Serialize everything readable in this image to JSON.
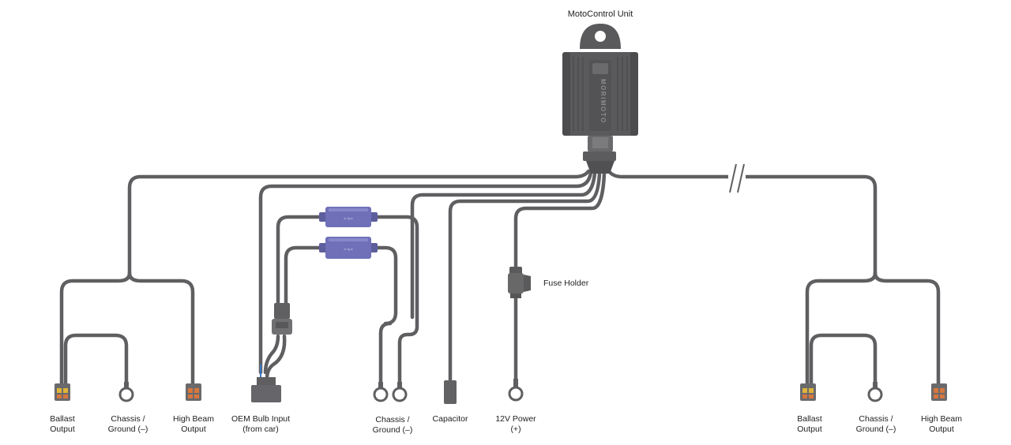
{
  "title": "MotoControl Unit",
  "fuse_label": "Fuse Holder",
  "labels": {
    "ballast_left": [
      "Ballast",
      "Output"
    ],
    "chassis_left": [
      "Chassis /",
      "Ground (–)"
    ],
    "highbeam_left": [
      "High Beam",
      "Output"
    ],
    "oem": [
      "OEM Bulb Input",
      "(from car)"
    ],
    "chassis_mid": [
      "Chassis /",
      "Ground (–)"
    ],
    "capacitor": [
      "Capacitor"
    ],
    "power": [
      "12V Power",
      "(+)"
    ],
    "ballast_right": [
      "Ballast",
      "Output"
    ],
    "chassis_right": [
      "Chassis /",
      "Ground (–)"
    ],
    "highbeam_right": [
      "High Beam",
      "Output"
    ]
  },
  "colors": {
    "wire": "#5f5f62",
    "unit_body": "#5a5a5d",
    "resistor": "#6f70b8",
    "connector_yellow": "#e0b43a",
    "connector_orange": "#d7773d",
    "oem_wire_blue": "#3a78c8"
  }
}
